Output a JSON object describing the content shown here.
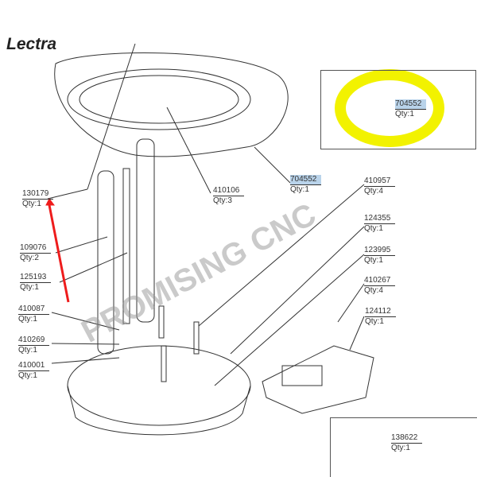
{
  "brand": "Lectra",
  "watermark": "PROMISING CNC",
  "colors": {
    "highlight": "#b9d3ea",
    "ring": "#f2f200",
    "arrow": "#ee1c1c"
  },
  "inset": {
    "part": "704552",
    "qty": "Qty:1"
  },
  "inset2": {
    "part": "138622",
    "qty": "Qty:1"
  },
  "labels": [
    {
      "part": "130179",
      "qty": "Qty:1"
    },
    {
      "part": "109076",
      "qty": "Qty:2"
    },
    {
      "part": "125193",
      "qty": "Qty:1"
    },
    {
      "part": "410087",
      "qty": "Qty:1"
    },
    {
      "part": "410269",
      "qty": "Qty:1"
    },
    {
      "part": "410001",
      "qty": "Qty:1"
    },
    {
      "part": "410106",
      "qty": "Qty:3"
    },
    {
      "part": "704552",
      "qty": "Qty:1"
    },
    {
      "part": "410957",
      "qty": "Qty:4"
    },
    {
      "part": "124355",
      "qty": "Qty:1"
    },
    {
      "part": "123995",
      "qty": "Qty:1"
    },
    {
      "part": "410267",
      "qty": "Qty:4"
    },
    {
      "part": "124112",
      "qty": "Qty:1"
    }
  ]
}
